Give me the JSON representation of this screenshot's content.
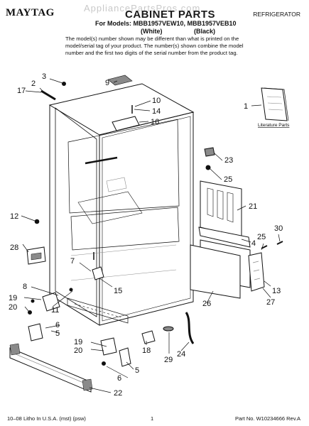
{
  "header": {
    "brand": "MAYTAG",
    "watermark": "AppliancePartsPros.com",
    "title": "CABINET PARTS",
    "category": "REFRIGERATOR",
    "models_line": "For Models: MBB1957VEW10, MBB1957VEB10",
    "variant_white": "(White)",
    "variant_black": "(Black)",
    "note": "The model(s) number shown may be different than what is printed on the model/serial tag of your product. The number(s) shown combine the model number and the first two digits of the serial number from the product tag."
  },
  "literature_label": "Literature Parts",
  "callouts": [
    "1",
    "2",
    "3",
    "4",
    "5",
    "6",
    "7",
    "8",
    "9",
    "10",
    "11",
    "12",
    "13",
    "14",
    "15",
    "16",
    "17",
    "18",
    "19",
    "20",
    "21",
    "22",
    "23",
    "24",
    "25",
    "26",
    "27",
    "28",
    "29",
    "30"
  ],
  "footer": {
    "left": "10–08 Litho In U.S.A. (mst) (psw)",
    "page": "1",
    "part_number": "Part No. W10234666 Rev.A"
  },
  "colors": {
    "ink": "#111111",
    "watermark": "#c9c9c9",
    "shade": "#8a8a8a"
  }
}
